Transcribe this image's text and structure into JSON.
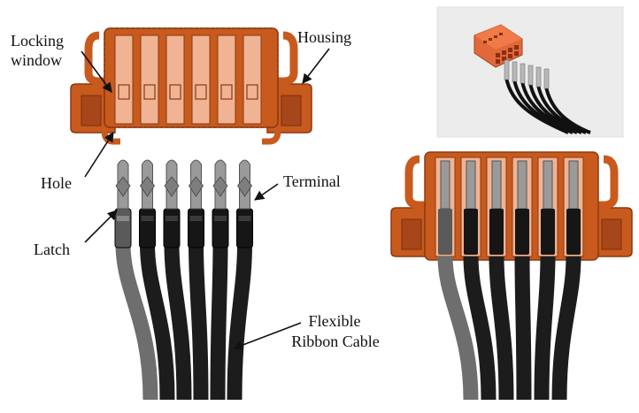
{
  "labels": {
    "locking_window_1": "Locking",
    "locking_window_2": "window",
    "housing": "Housing",
    "hole": "Hole",
    "terminal": "Terminal",
    "latch": "Latch",
    "flexible_1": "Flexible",
    "flexible_2": "Ribbon Cable"
  },
  "colors": {
    "housing": "#c85a1e",
    "housing_dark": "#8a3a10",
    "housing_light": "#f0b394",
    "cable_black": "#1c1c1c",
    "cable_grey": "#6e6e6e",
    "terminal_metal": "#9a9a9a",
    "photo_bg": "#ececec"
  },
  "diagram": {
    "terminal_count": 6,
    "grey_wire_index": 0
  }
}
